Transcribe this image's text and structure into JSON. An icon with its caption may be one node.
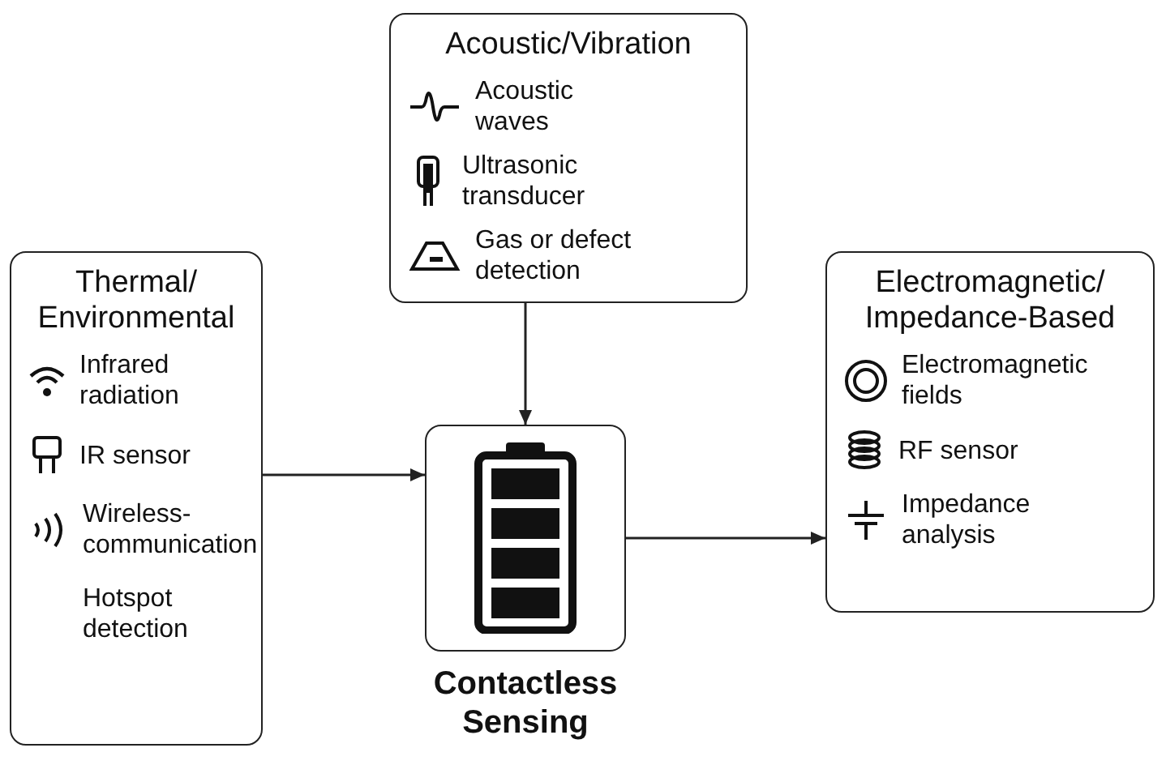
{
  "diagram": {
    "nodes": [
      {
        "text": [
          "Acoustic/Vibration",
          "Acoustic waves",
          "Ultrasonic transducer",
          "Gas or defect detection"
        ]
      },
      {
        "text": [
          "Thermal/ Environmental",
          "Infrared radiation",
          "IR sensor",
          "Wireless-communication",
          "Hotspot detection"
        ]
      },
      {
        "text": [
          "Contactless Sensing"
        ]
      },
      {
        "text": [
          "Electromagnetic/ Impedance-Based",
          "Electromagnetic fields",
          "RF sensor",
          "Impedance analysis"
        ]
      }
    ],
    "edges": [
      {
        "from": 0,
        "to": 2,
        "arrow": "to"
      },
      {
        "from": 1,
        "to": 2,
        "arrow": "to"
      },
      {
        "from": 2,
        "to": 3,
        "arrow": "to"
      }
    ]
  }
}
